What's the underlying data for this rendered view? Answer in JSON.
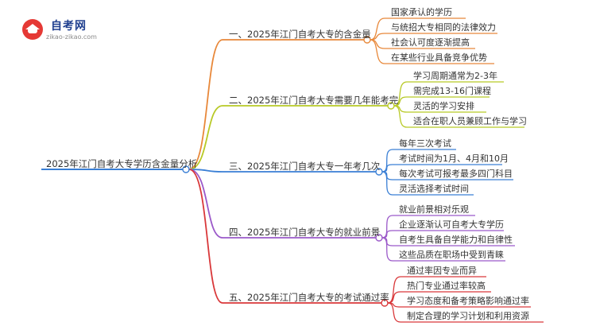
{
  "logo": {
    "title": "自考网",
    "url": "zikao-zikao.com"
  },
  "root": {
    "label": "2025年江门自考大专学历含金量分析"
  },
  "branches": [
    {
      "label": "一、2025年江门自考大专的含金量",
      "color": "#e8883a",
      "leaves": [
        "国家承认的学历",
        "与统招大专相同的法律效力",
        "社会认可度逐渐提高",
        "在某些行业具备竞争优势"
      ]
    },
    {
      "label": "二、2025年江门自考大专需要几年能考完",
      "color": "#b8c926",
      "leaves": [
        "学习周期通常为2-3年",
        "需完成13-16门课程",
        "灵活的学习安排",
        "适合在职人员兼顾工作与学习"
      ]
    },
    {
      "label": "三、2025年江门自考大专一年考几次",
      "color": "#3a7fd5",
      "leaves": [
        "每年三次考试",
        "考试时间为1月、4月和10月",
        "每次考试可报考最多四门科目",
        "灵活选择考试时间"
      ]
    },
    {
      "label": "四、2025年江门自考大专的就业前景",
      "color": "#9b59c9",
      "leaves": [
        "就业前景相对乐观",
        "企业逐渐认可自考大专学历",
        "自考生具备自学能力和自律性",
        "这些品质在职场中受到青睐"
      ]
    },
    {
      "label": "五、2025年江门自考大专的考试通过率",
      "color": "#d9383a",
      "leaves": [
        "通过率因专业而异",
        "热门专业通过率较高",
        "学习态度和备考策略影响通过率",
        "制定合理的学习计划和利用资源"
      ]
    }
  ]
}
